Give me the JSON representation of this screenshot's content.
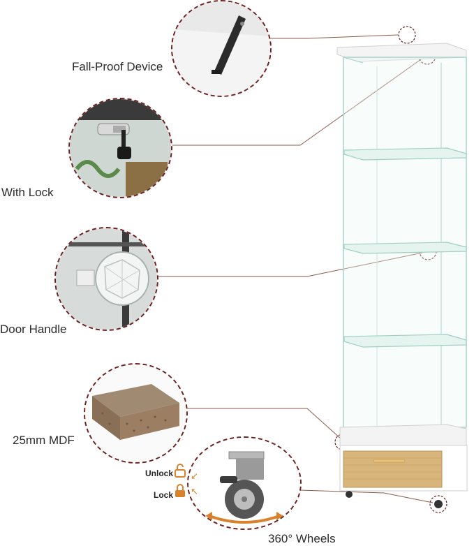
{
  "features": {
    "fall_proof": "Fall-Proof Device",
    "lock": "With Lock",
    "handle": "Door Handle",
    "mdf": "25mm MDF",
    "wheels": "360° Wheels"
  },
  "wheel_states": {
    "unlock": "Unlock",
    "lock": "Lock"
  },
  "colors": {
    "accent": "#6b1f1f",
    "lock_icon": "#d9822b",
    "rotation_arrow": "#d9822b"
  }
}
